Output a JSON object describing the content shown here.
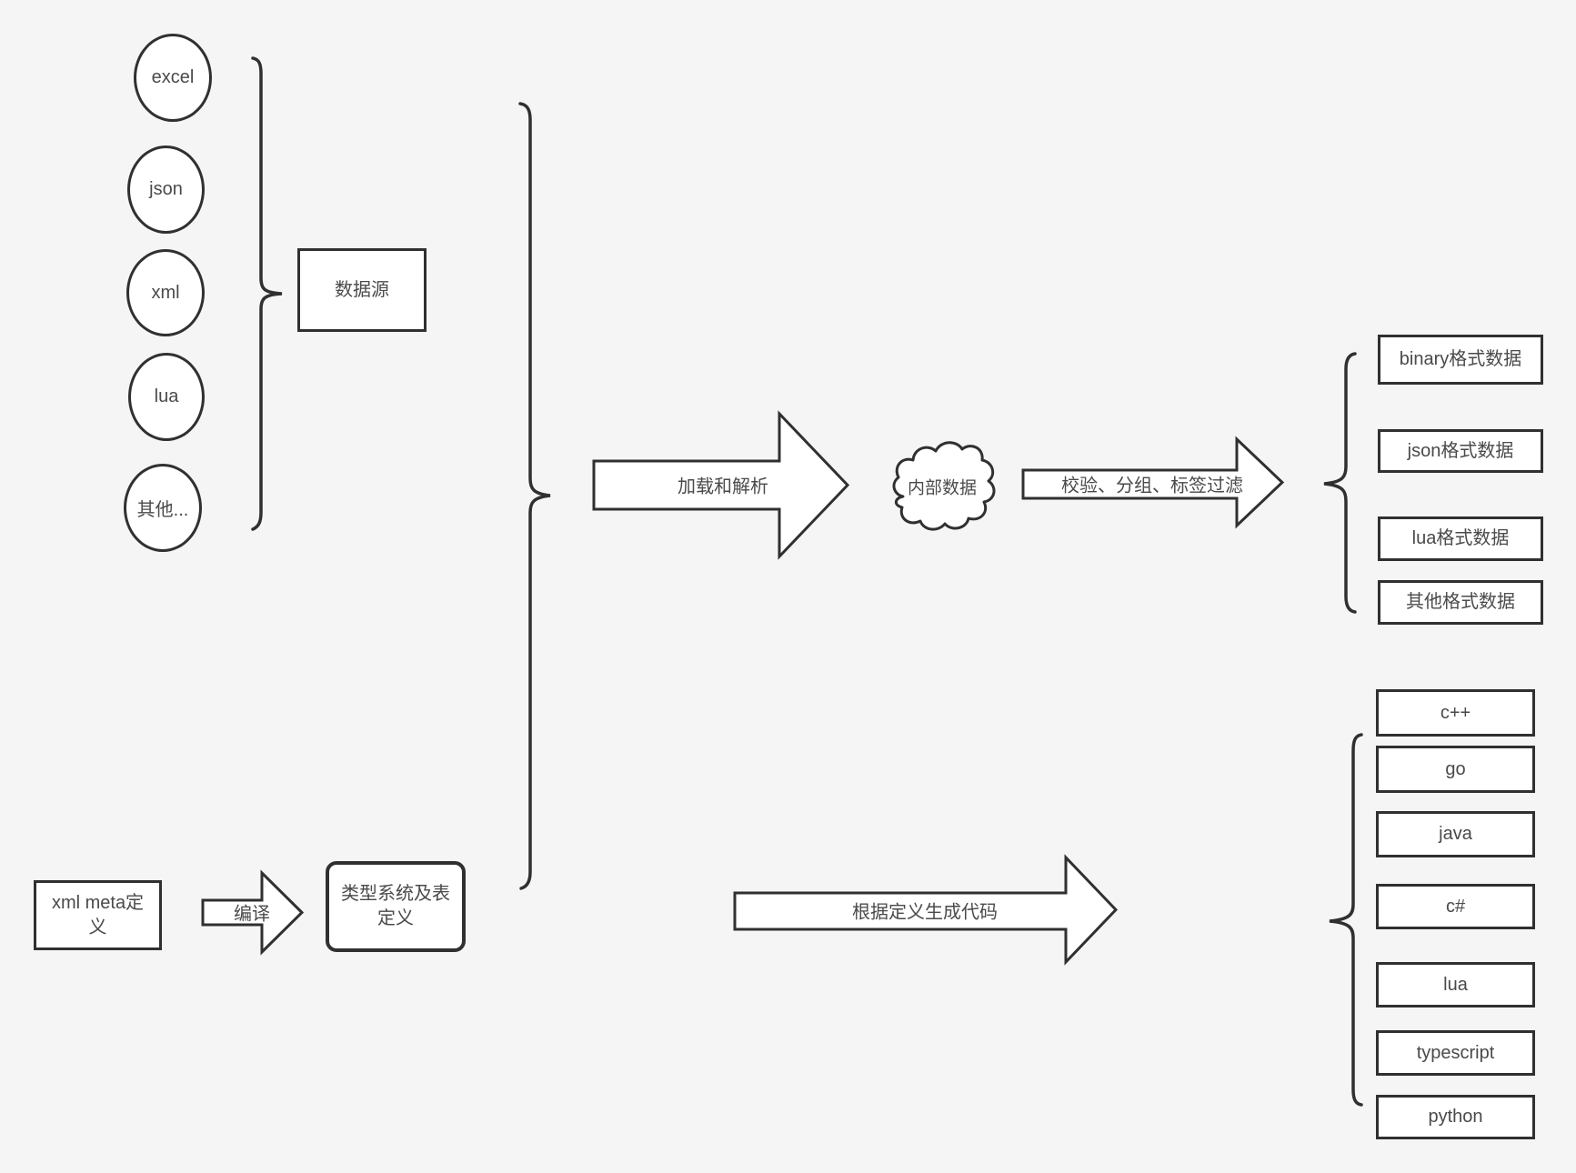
{
  "sources": {
    "items": [
      "excel",
      "json",
      "xml",
      "lua",
      "其他..."
    ],
    "group_label": "数据源"
  },
  "pipeline": {
    "load_arrow": "加载和解析",
    "internal_data": "内部数据",
    "filter_arrow": "校验、分组、标签过滤"
  },
  "outputs": {
    "formats": [
      "binary格式数据",
      "json格式数据",
      "lua格式数据",
      "其他格式数据"
    ]
  },
  "definition": {
    "meta_box": "xml meta定义",
    "compile_arrow": "编译",
    "type_system_box": "类型系统及表定义",
    "codegen_arrow": "根据定义生成代码"
  },
  "languages": [
    "c++",
    "go",
    "java",
    "c#",
    "lua",
    "typescript",
    "python"
  ],
  "colors": {
    "background": "#f5f5f5",
    "shape_fill": "#ffffff",
    "stroke": "#303030",
    "text": "#4a4a4a"
  }
}
